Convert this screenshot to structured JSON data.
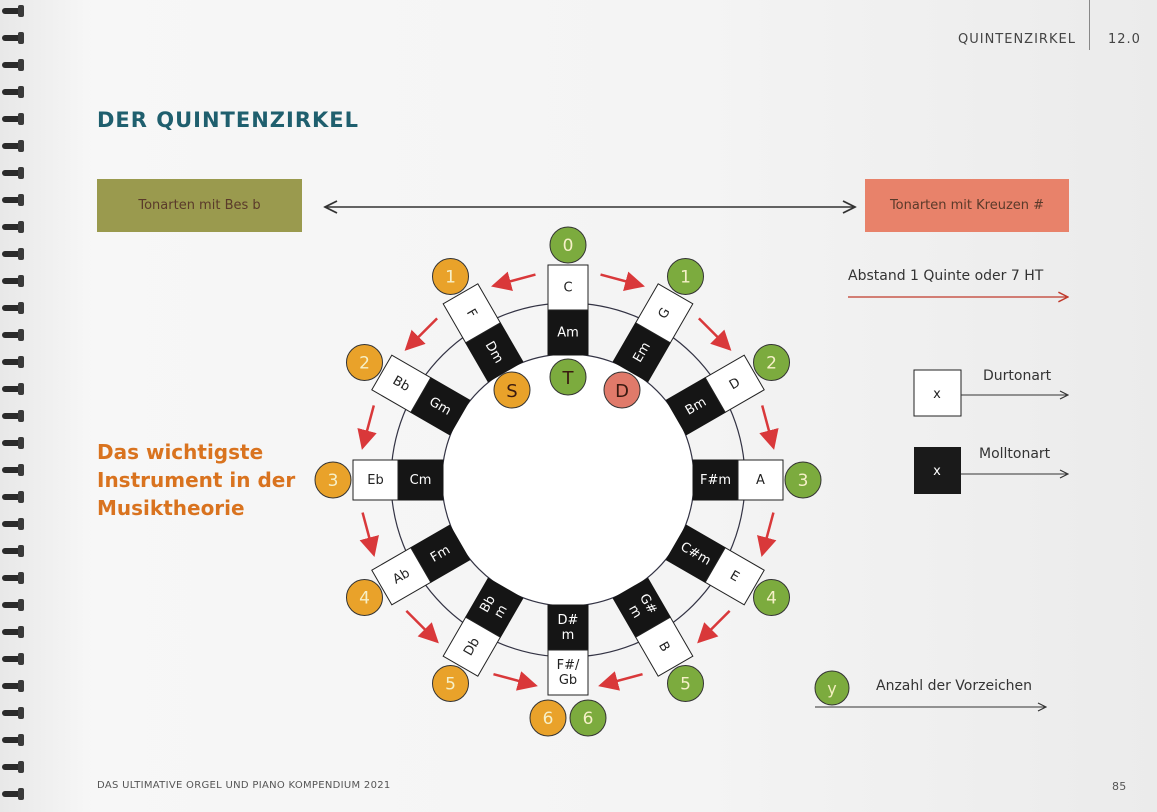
{
  "header": {
    "section": "QUINTENZIRKEL",
    "chapter": "12.0"
  },
  "title": "DER QUINTENZIRKEL",
  "flat_label": "Tonarten mit Bes b",
  "sharp_label": "Tonarten mit Kreuzen #",
  "side_text": [
    "Das wichtigste",
    "Instrument in der",
    "Musiktheorie"
  ],
  "legend": {
    "fifth": "Abstand 1 Quinte oder 7 HT",
    "major": "Durtonart",
    "minor": "Molltonart",
    "box_symbol": "x",
    "count_symbol": "y",
    "count": "Anzahl der Vorzeichen"
  },
  "keys": [
    {
      "major": [
        "C"
      ],
      "minor": [
        "Am"
      ],
      "count": "0",
      "side": "sharp"
    },
    {
      "major": [
        "G"
      ],
      "minor": [
        "Em"
      ],
      "count": "1",
      "side": "sharp"
    },
    {
      "major": [
        "D"
      ],
      "minor": [
        "Bm"
      ],
      "count": "2",
      "side": "sharp"
    },
    {
      "major": [
        "A"
      ],
      "minor": [
        "F#m"
      ],
      "count": "3",
      "side": "sharp"
    },
    {
      "major": [
        "E"
      ],
      "minor": [
        "C#m"
      ],
      "count": "4",
      "side": "sharp"
    },
    {
      "major": [
        "B"
      ],
      "minor": [
        "G#",
        "m"
      ],
      "count": "5",
      "side": "sharp"
    },
    {
      "major": [
        "F#/",
        "Gb"
      ],
      "minor": [
        "D#",
        "m"
      ],
      "count": "6",
      "side": "both"
    },
    {
      "major": [
        "Db"
      ],
      "minor": [
        "Bb",
        "m"
      ],
      "count": "5",
      "side": "flat"
    },
    {
      "major": [
        "Ab"
      ],
      "minor": [
        "Fm"
      ],
      "count": "4",
      "side": "flat"
    },
    {
      "major": [
        "Eb"
      ],
      "minor": [
        "Cm"
      ],
      "count": "3",
      "side": "flat"
    },
    {
      "major": [
        "Bb"
      ],
      "minor": [
        "Gm"
      ],
      "count": "2",
      "side": "flat"
    },
    {
      "major": [
        "F"
      ],
      "minor": [
        "Dm"
      ],
      "count": "1",
      "side": "flat"
    }
  ],
  "functions": [
    {
      "label": "S",
      "color": "#e9a22a"
    },
    {
      "label": "T",
      "color": "#7cab3e"
    },
    {
      "label": "D",
      "color": "#e07a6a"
    }
  ],
  "colors": {
    "sharp": "#7cab3e",
    "flat": "#e9a22a",
    "arrow": "#d9383a",
    "flat_box": "#9a9a4e",
    "sharp_box": "#e8826a"
  },
  "footer": {
    "book": "DAS ULTIMATIVE ORGEL UND PIANO KOMPENDIUM 2021",
    "page": "85"
  }
}
